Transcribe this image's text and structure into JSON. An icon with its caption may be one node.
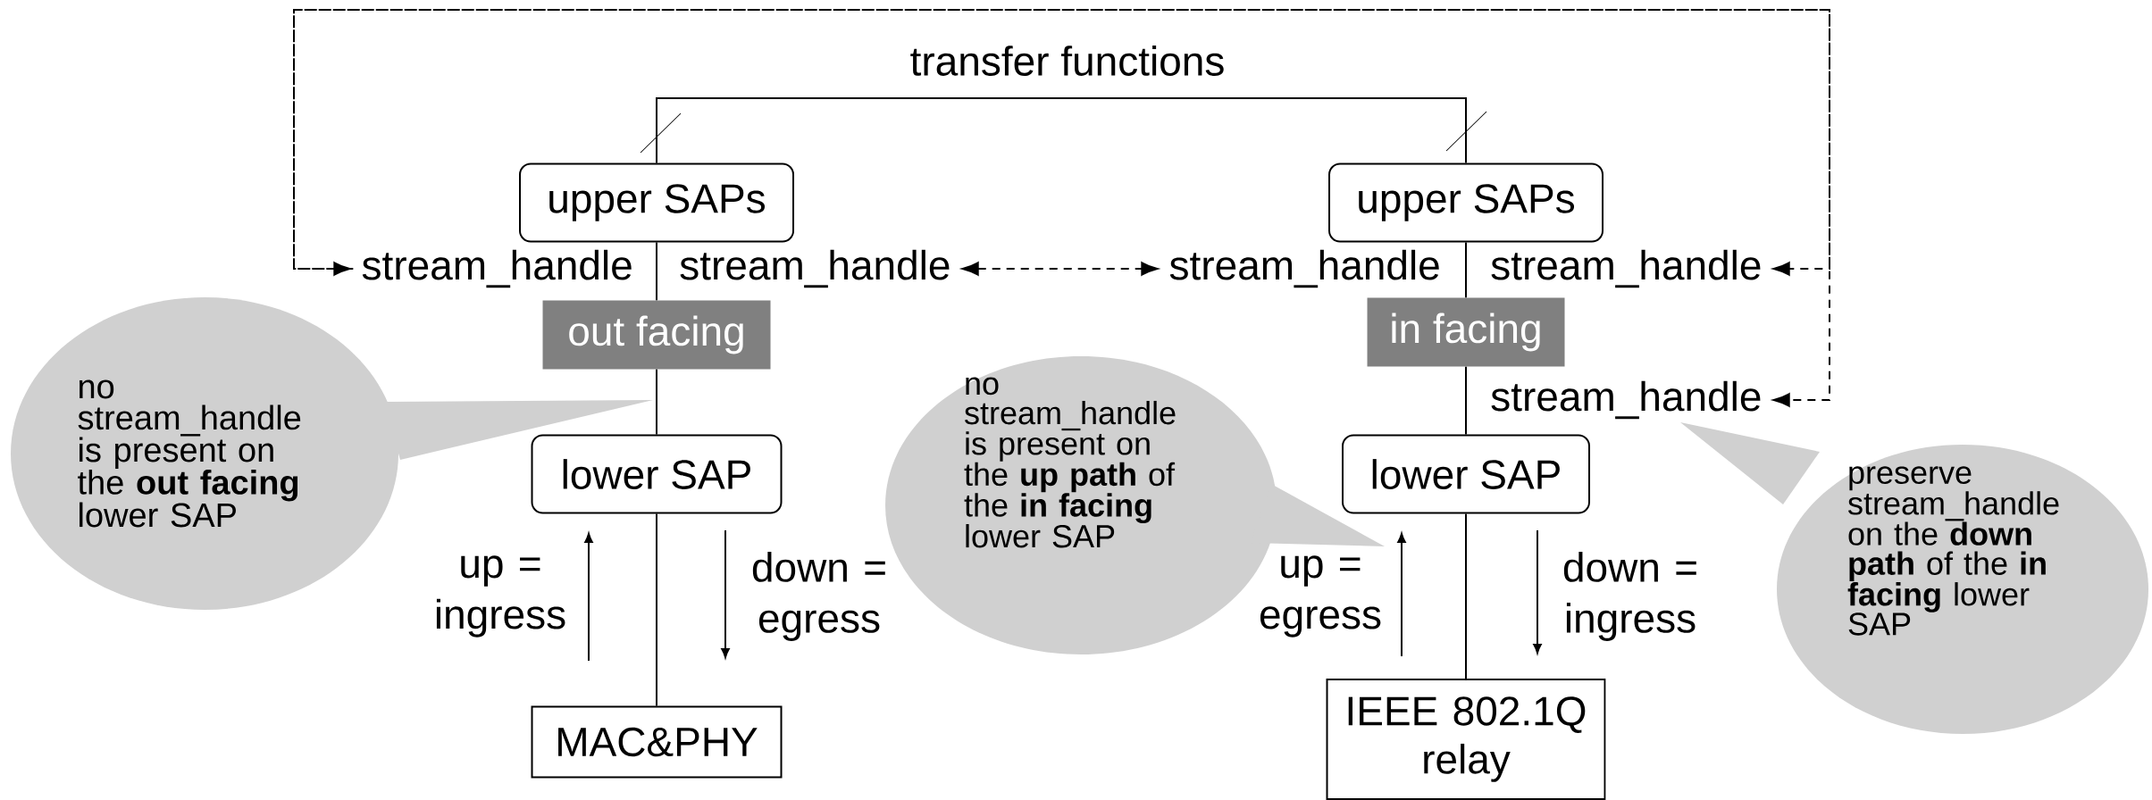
{
  "diagram": {
    "nodes": [
      {
        "text": [
          "upper SAPs"
        ]
      },
      {
        "text": [
          "upper SAPs"
        ]
      },
      {
        "text": [
          "stream_handle"
        ]
      },
      {
        "text": [
          "stream_handle"
        ]
      },
      {
        "text": [
          "stream_handle"
        ]
      },
      {
        "text": [
          "stream_handle"
        ]
      },
      {
        "text": [
          "out facing"
        ]
      },
      {
        "text": [
          "in facing"
        ]
      },
      {
        "text": [
          "stream_handle"
        ]
      },
      {
        "text": [
          "no stream_handle is present on the **out facing** lower SAP"
        ]
      },
      {
        "text": [
          "lower SAP"
        ]
      },
      {
        "text": [
          "no stream_handle is present on the **up path** of the **in facing** lower SAP"
        ]
      },
      {
        "text": [
          "lower SAP"
        ]
      },
      {
        "text": [
          "preserve stream_handle on the **down path** of the **in facing** lower SAP"
        ]
      },
      {
        "text": [
          "MAC&PHY"
        ]
      },
      {
        "text": [
          "IEEE 802.1Q relay"
        ]
      }
    ],
    "edges": [
      {
        "from": 0,
        "to": 1,
        "arrow": "none",
        "label": "transfer functions"
      },
      {
        "from": 0,
        "to": 6,
        "arrow": "none"
      },
      {
        "from": 6,
        "to": 10,
        "arrow": "none"
      },
      {
        "from": 10,
        "to": 14,
        "arrow": "none"
      },
      {
        "from": 1,
        "to": 7,
        "arrow": "none"
      },
      {
        "from": 7,
        "to": 12,
        "arrow": "none"
      },
      {
        "from": 12,
        "to": 15,
        "arrow": "none"
      },
      {
        "from": 3,
        "to": 4,
        "arrow": "both",
        "style": "dashed"
      },
      {
        "from": 2,
        "to": 5,
        "arrow": "both",
        "style": "dashed"
      },
      {
        "from": 2,
        "to": 8,
        "arrow": "to",
        "style": "dashed"
      }
    ],
    "labels": [
      "up = ingress",
      "down = egress",
      "up = egress",
      "down = ingress"
    ]
  }
}
